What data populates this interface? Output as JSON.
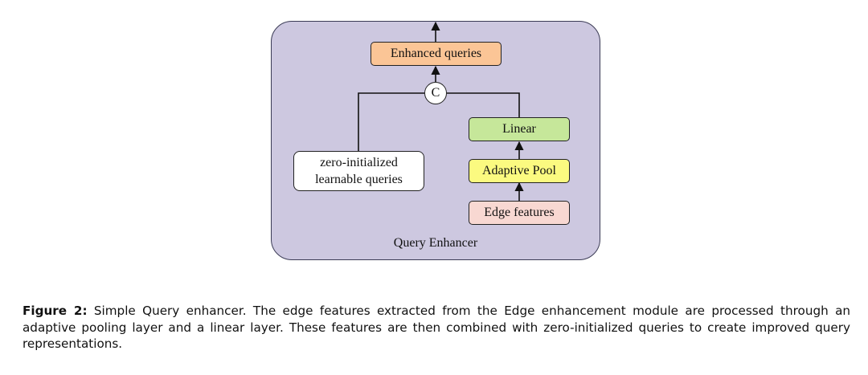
{
  "diagram": {
    "nodes": {
      "enhanced": {
        "label": "Enhanced queries",
        "fill": "#fbc596"
      },
      "concat": {
        "label": "C"
      },
      "linear": {
        "label": "Linear",
        "fill": "#c6e79a"
      },
      "adaptive": {
        "label": "Adaptive Pool",
        "fill": "#fbfa80"
      },
      "edge": {
        "label": "Edge features",
        "fill": "#f8d8d2"
      },
      "zero": {
        "label_line1": "zero-initialized",
        "label_line2": "learnable queries",
        "fill": "#ffffff"
      }
    },
    "container": {
      "label": "Query Enhancer",
      "fill": "#cdc8e0"
    },
    "edges": [
      {
        "from": "edge",
        "to": "adaptive"
      },
      {
        "from": "adaptive",
        "to": "linear"
      },
      {
        "from": "linear",
        "to": "concat"
      },
      {
        "from": "zero",
        "to": "concat"
      },
      {
        "from": "concat",
        "to": "enhanced"
      },
      {
        "from": "enhanced",
        "to": "output"
      }
    ]
  },
  "caption": {
    "label": "Figure 2:",
    "text": "Simple Query enhancer. The edge features extracted from the Edge enhancement module are processed through an adaptive pooling layer and a linear layer. These features are then combined with zero-initialized queries to create improved query representations."
  }
}
